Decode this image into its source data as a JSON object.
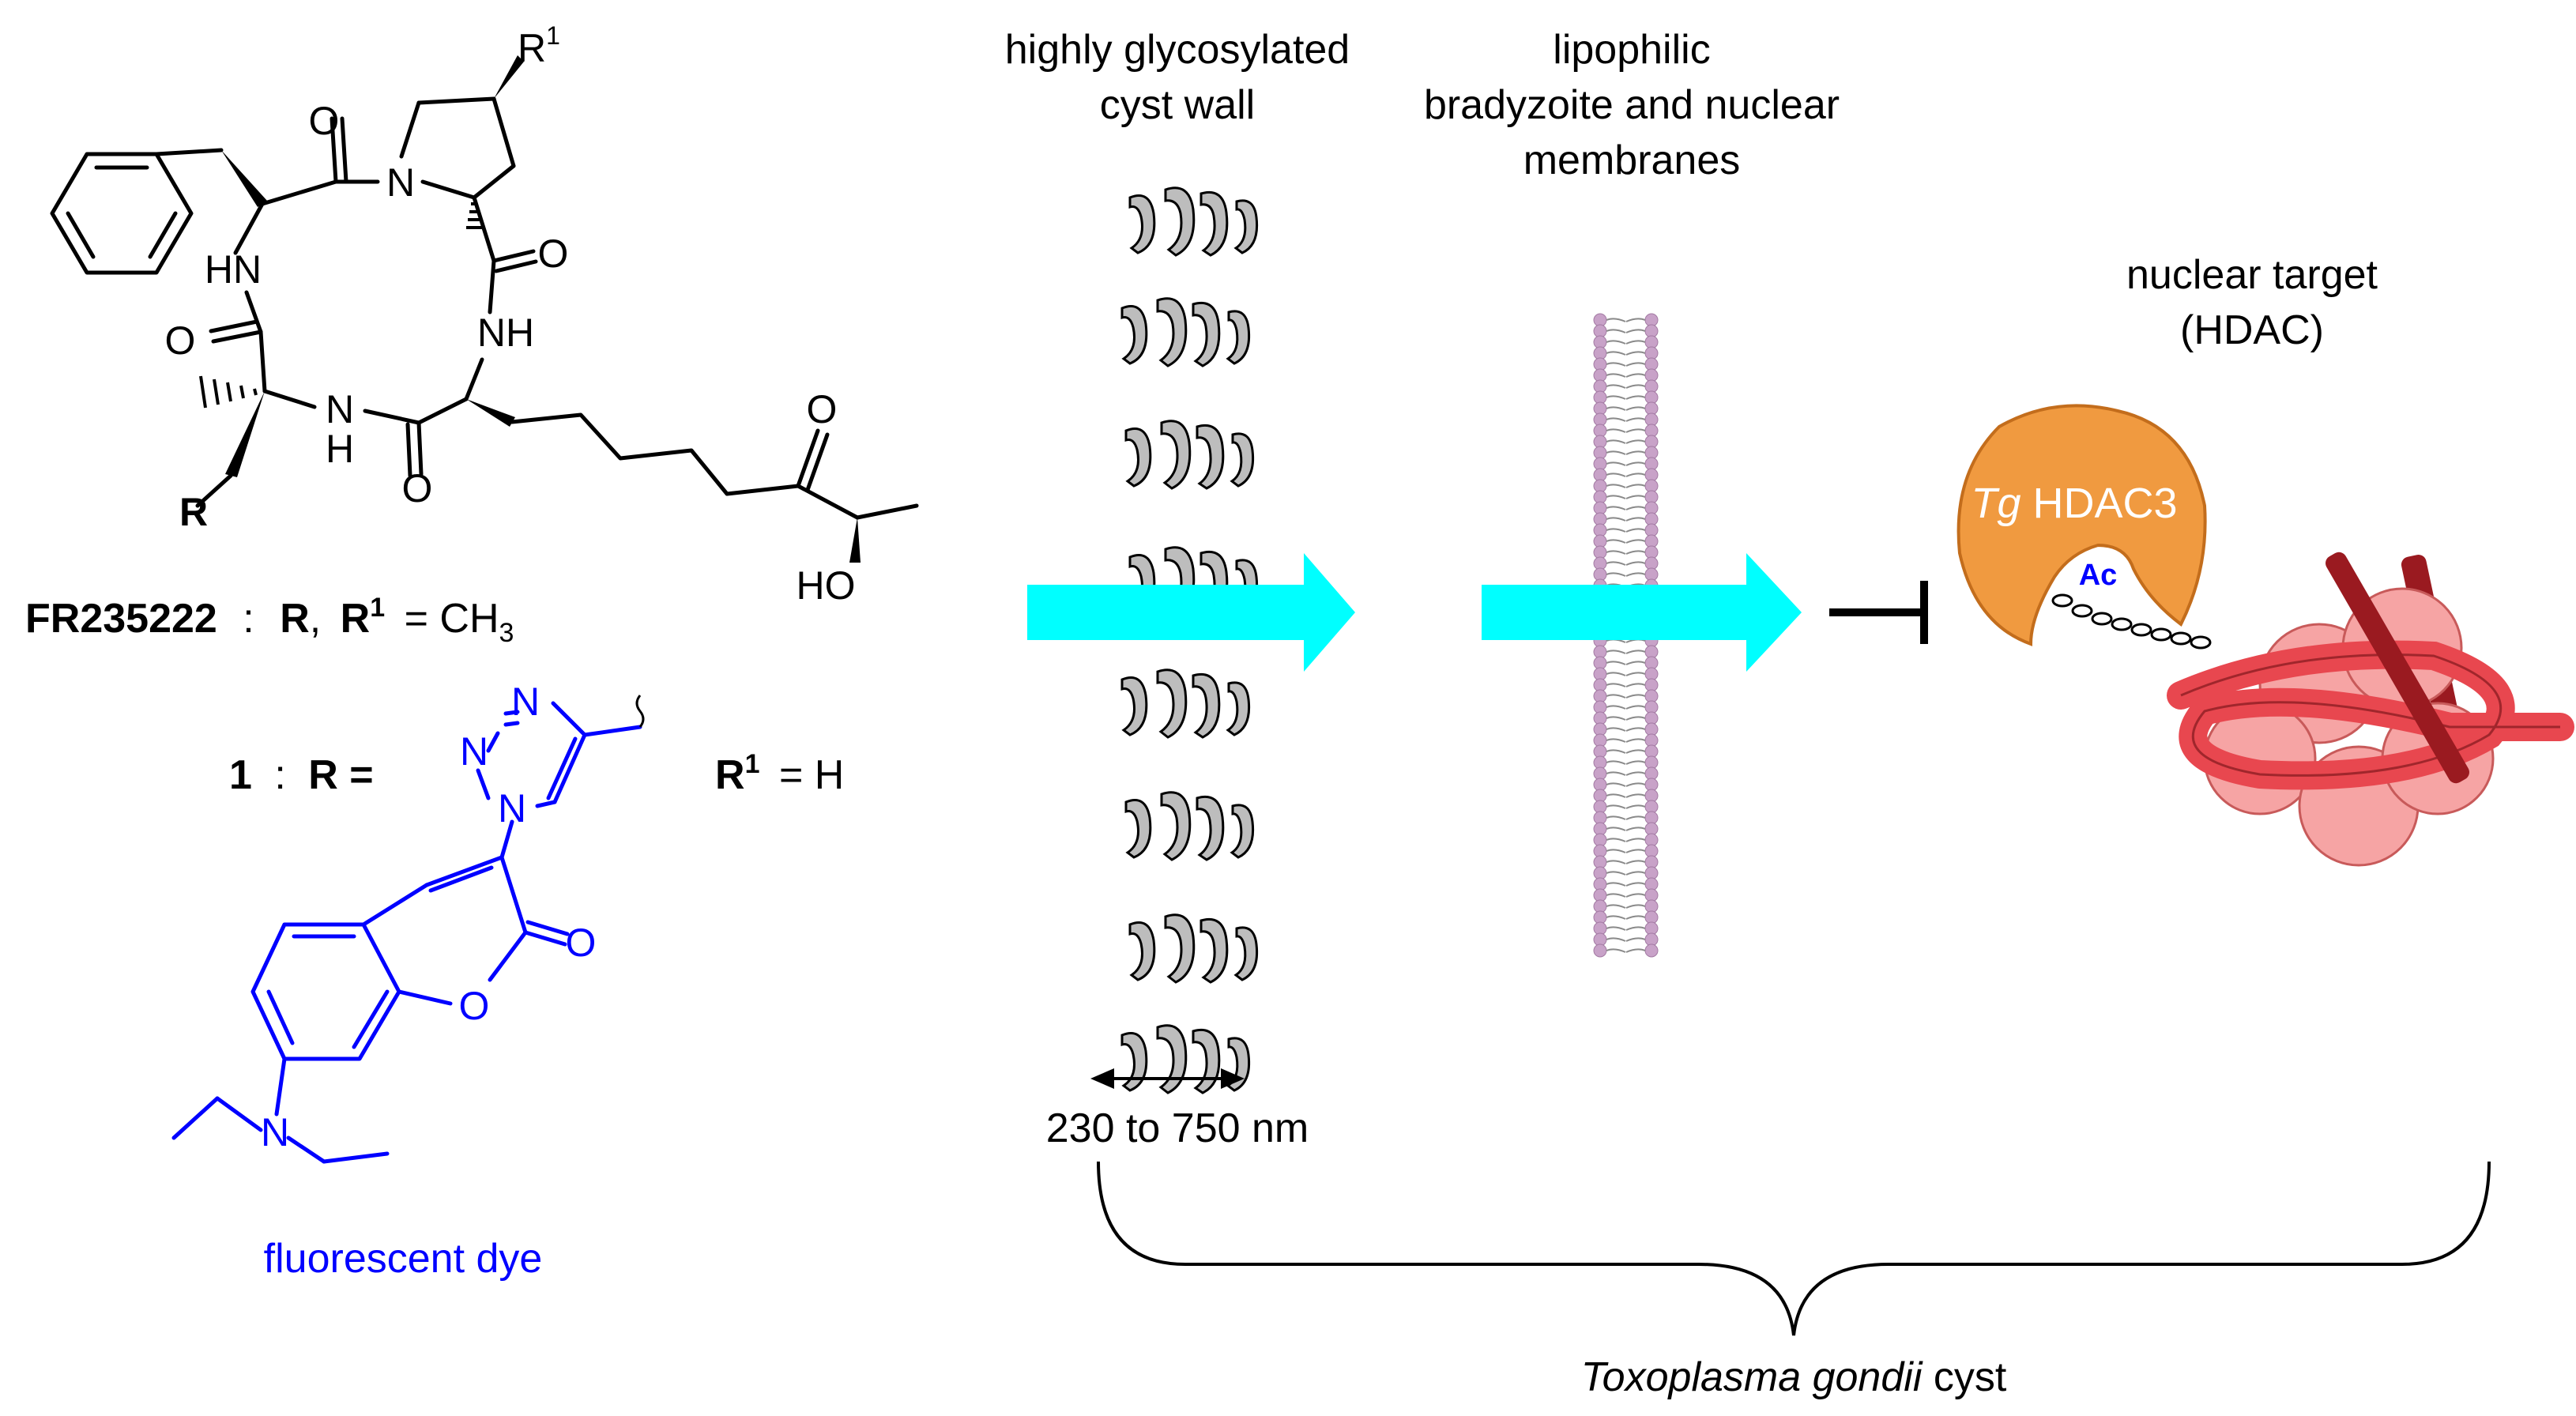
{
  "molecule": {
    "atoms": {
      "o_top": "O",
      "n_pro": "N",
      "r1": "R",
      "r1_sup": "1",
      "o_right": "O",
      "nh_left": "HN",
      "nh_right": "NH",
      "o_left": "O",
      "n_bot": "N",
      "h_bot": "H",
      "o_bot": "O",
      "o_ketone": "O",
      "ho": "HO",
      "r": "R"
    },
    "caption1": {
      "name": "FR235222",
      "colon": ":",
      "r": "R",
      "comma": ",",
      "r1": "R",
      "r1_sup": "1",
      "eq": "= CH",
      "sub3": "3"
    },
    "caption2": {
      "number": "1",
      "colon": ":",
      "r_eq": "R =",
      "r1": "R",
      "r1_sup": "1",
      "eq": "= H"
    },
    "dye_atoms": {
      "n_a": "N",
      "n_b": "N",
      "n_c": "N",
      "o_carbonyl": "O",
      "o_ring": "O",
      "n_amine": "N"
    },
    "dye_label": "fluorescent dye"
  },
  "cyst_wall": {
    "title_line1": "highly glycosylated",
    "title_line2": "cyst wall",
    "width_label": "230 to 750 nm"
  },
  "membranes": {
    "title_line1": "lipophilic",
    "title_line2": "bradyzoite and nuclear",
    "title_line3": "membranes"
  },
  "target": {
    "title_line1": "nuclear target",
    "title_line2": "(HDAC)",
    "enzyme_prefix": "Tg",
    "enzyme_name": " HDAC3",
    "acetyl": "Ac"
  },
  "cyst_label": {
    "genus": "Toxoplasma gondii",
    "suffix": " cyst"
  },
  "colors": {
    "arrow": "#00ffff",
    "dye": "#0000ff",
    "enzyme": "#f09a40",
    "nucleosome": "#f6a4a4",
    "dna": "#e8474f",
    "histone_tail": "#9a1a20",
    "membrane": "#c8a2c8"
  }
}
